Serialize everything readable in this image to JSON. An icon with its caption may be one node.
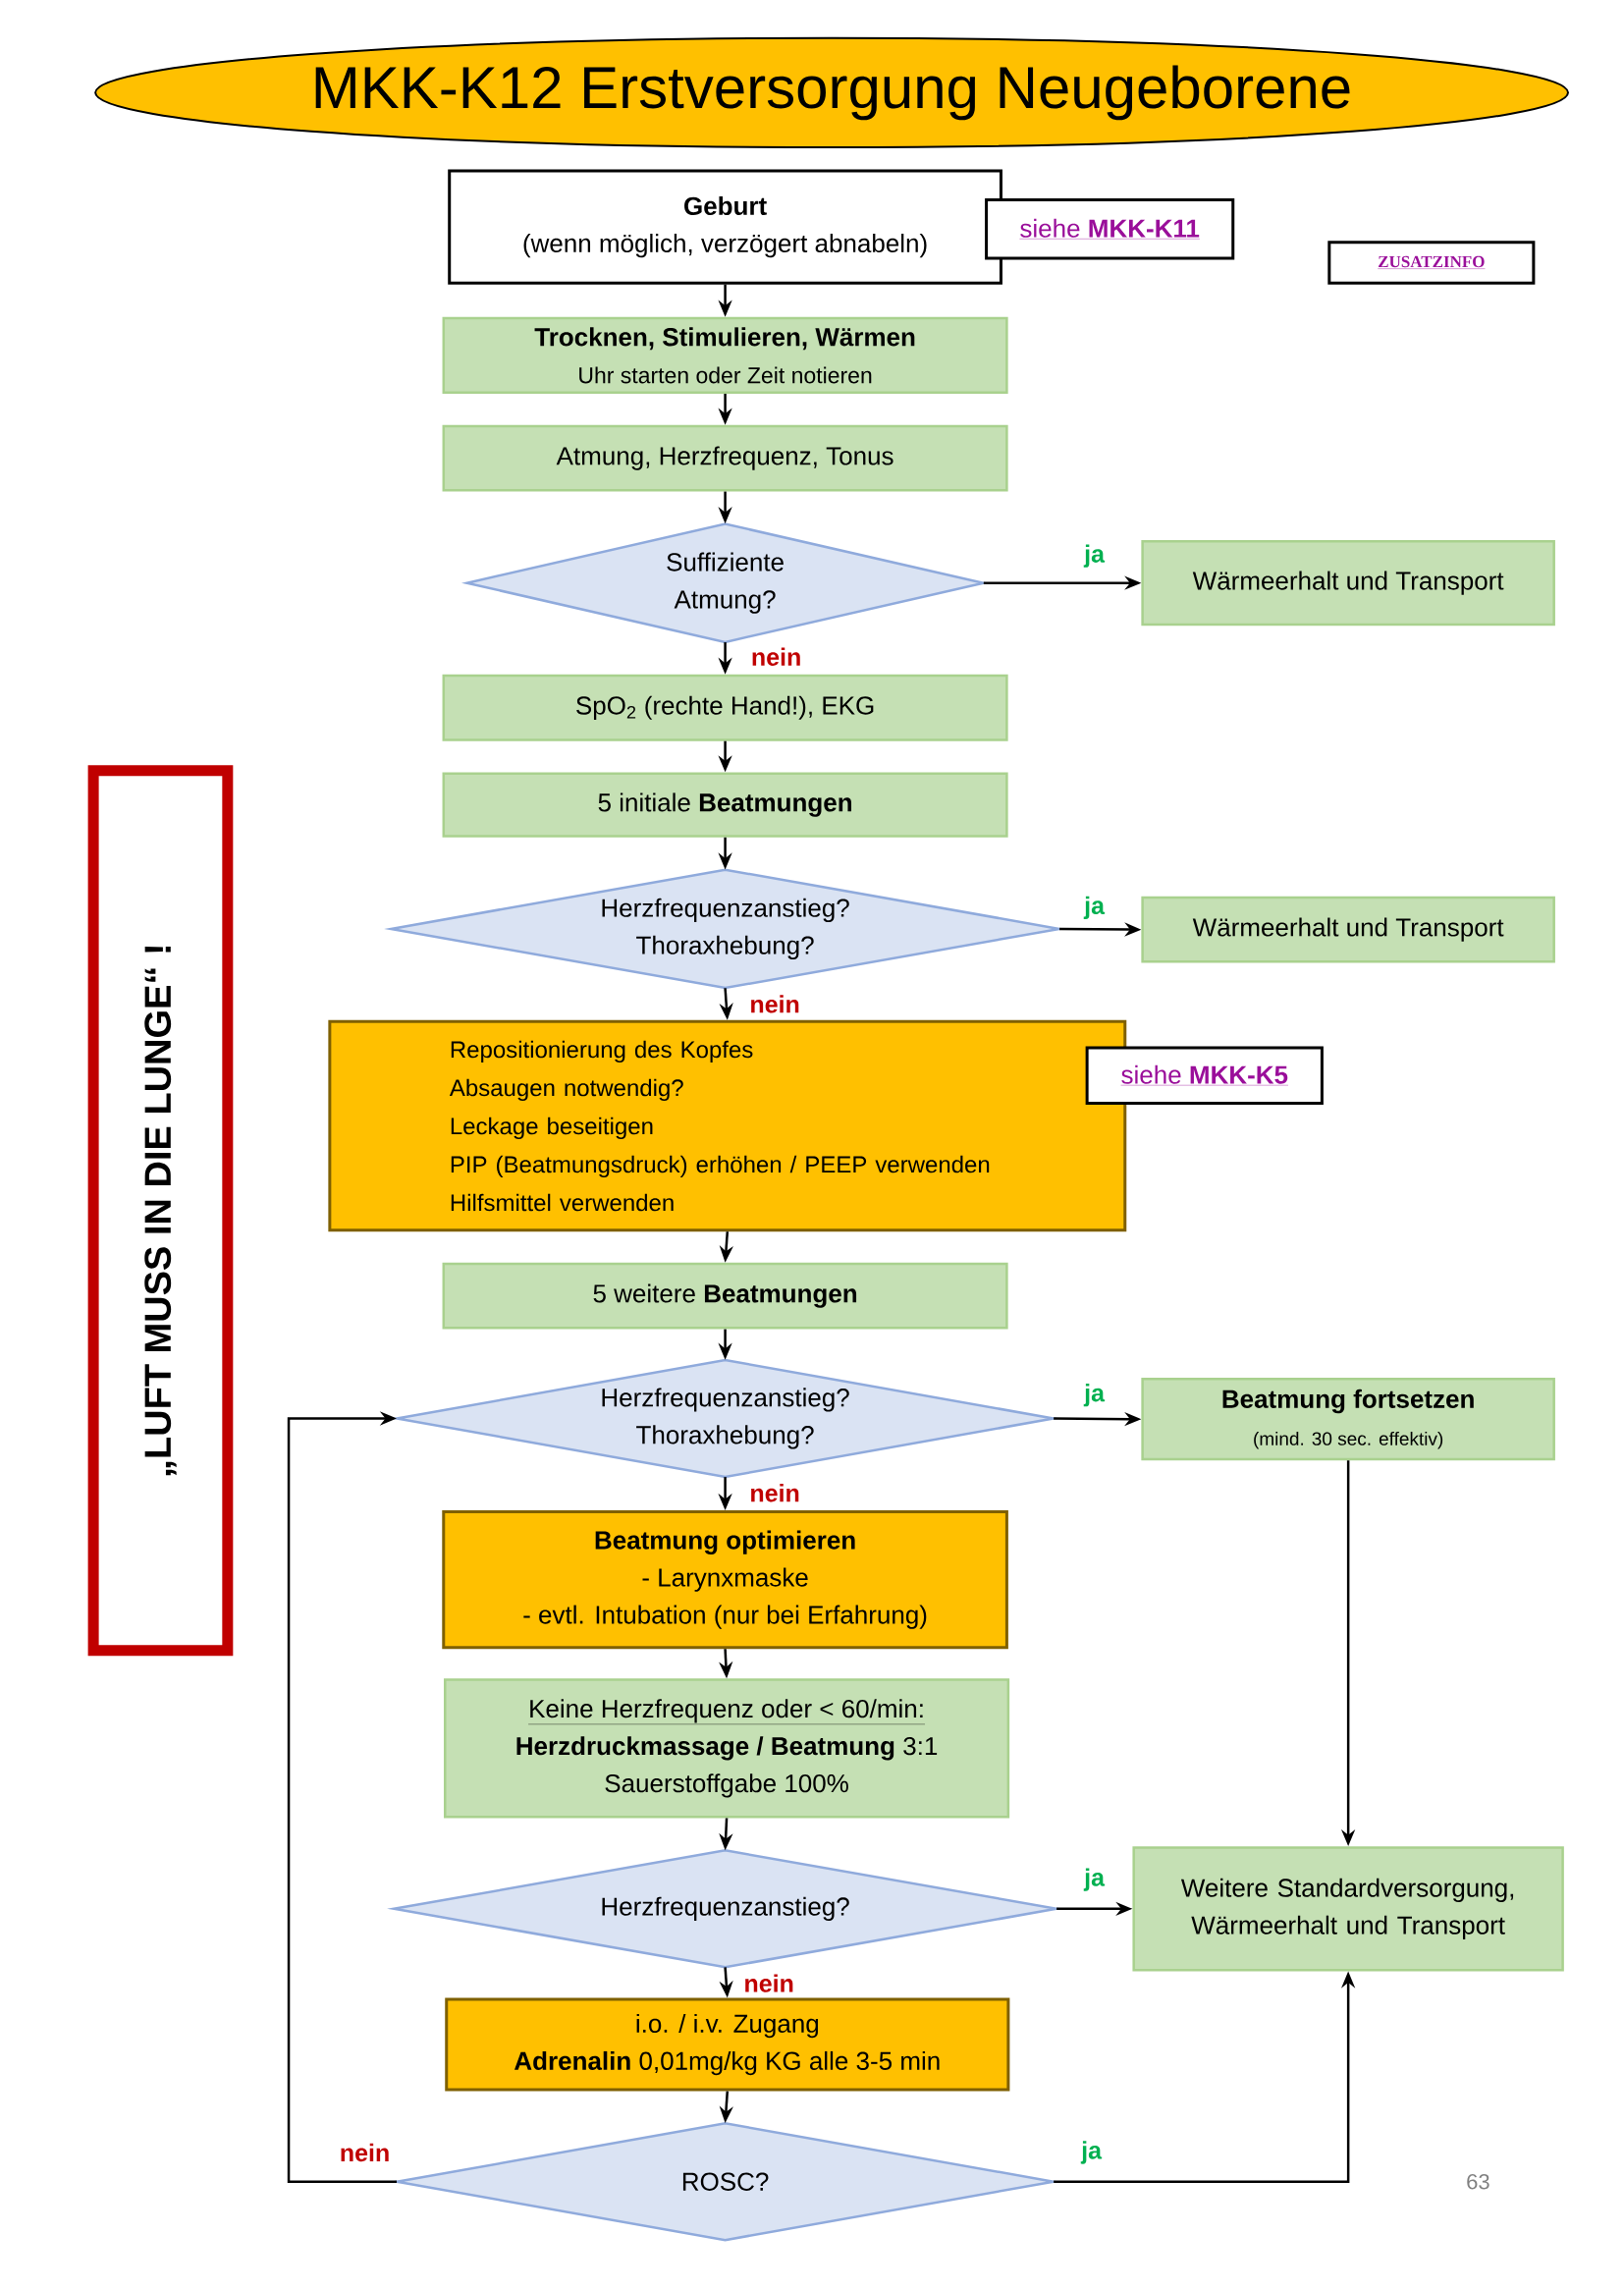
{
  "diagram": {
    "title": "MKK-K12 Erstversorgung Neugeborene",
    "nodes": [
      {
        "text": [
          "Geburt",
          "(wenn möglich, verzögert abnabeln)"
        ]
      },
      {
        "text": [
          "siehe **MKK-K11**"
        ]
      },
      {
        "text": [
          "ZUSATZINFO"
        ]
      },
      {
        "text": [
          "Trocknen, Stimulieren, Wärmen",
          "Uhr starten oder Zeit notieren"
        ]
      },
      {
        "text": [
          "Atmung, Herzfrequenz, Tonus"
        ]
      },
      {
        "text": [
          "Suffiziente Atmung?"
        ]
      },
      {
        "text": [
          "Wärmeerhalt und Transport"
        ]
      },
      {
        "text": [
          "SpO$_{2}$ (rechte Hand!), EKG"
        ]
      },
      {
        "text": [
          "5 initiale **Beatmungen**"
        ]
      },
      {
        "text": [
          "Herzfrequenzanstieg? Thoraxhebung?"
        ]
      },
      {
        "text": [
          "Wärmeerhalt und Transport"
        ]
      },
      {
        "text": [
          "Repositionierung des Kopfes",
          "Absaugen notwendig?",
          "Leckage beseitigen",
          "PIP (Beatmungsdruck) erhöhen / PEEP verwenden",
          "Hilfsmittel verwenden"
        ]
      },
      {
        "text": [
          "siehe **MKK-K5**"
        ]
      },
      {
        "text": [
          "5 weitere **Beatmungen**"
        ]
      },
      {
        "text": [
          "Herzfrequenzanstieg? Thoraxhebung?"
        ]
      },
      {
        "text": [
          "Beatmung fortsetzen",
          "(mind. 30 sec. effektiv)"
        ]
      },
      {
        "text": [
          "Beatmung optimieren",
          "- Larynxmaske",
          "- evtl. Intubation (nur bei Erfahrung)"
        ]
      },
      {
        "text": [
          "Keine Herzfrequenz oder < 60/min:",
          "**Herzdruckmassage / Beatmung** 3:1",
          "Sauerstoffgabe 100%"
        ]
      },
      {
        "text": [
          "Herzfrequenzanstieg?"
        ]
      },
      {
        "text": [
          "Weitere Standardversorgung, Wärmeerhalt und Transport"
        ]
      },
      {
        "text": [
          "i.o. / i.v. Zugang",
          "**Adrenalin** 0,01mg/kg KG alle 3-5 min"
        ]
      },
      {
        "text": [
          "ROSC?"
        ]
      },
      {
        "text": [
          "„LUFT MUSS IN DIE LUNGE“ !"
        ]
      }
    ],
    "edges": [
      {
        "from": 0,
        "to": 3,
        "arrow": "to"
      },
      {
        "from": 3,
        "to": 4,
        "arrow": "to"
      },
      {
        "from": 4,
        "to": 5,
        "arrow": "to"
      },
      {
        "from": 5,
        "to": 6,
        "arrow": "to",
        "label": "ja"
      },
      {
        "from": 5,
        "to": 7,
        "arrow": "to",
        "label": "nein"
      },
      {
        "from": 7,
        "to": 8,
        "arrow": "to"
      },
      {
        "from": 8,
        "to": 9,
        "arrow": "to"
      },
      {
        "from": 9,
        "to": 10,
        "arrow": "to",
        "label": "ja"
      },
      {
        "from": 9,
        "to": 11,
        "arrow": "to",
        "label": "nein"
      },
      {
        "from": 11,
        "to": 13,
        "arrow": "to"
      },
      {
        "from": 13,
        "to": 14,
        "arrow": "to"
      },
      {
        "from": 14,
        "to": 15,
        "arrow": "to",
        "label": "ja"
      },
      {
        "from": 14,
        "to": 16,
        "arrow": "to",
        "label": "nein"
      },
      {
        "from": 15,
        "to": 19,
        "arrow": "to"
      },
      {
        "from": 16,
        "to": 17,
        "arrow": "to"
      },
      {
        "from": 17,
        "to": 18,
        "arrow": "to"
      },
      {
        "from": 18,
        "to": 19,
        "arrow": "to",
        "label": "ja"
      },
      {
        "from": 18,
        "to": 20,
        "arrow": "to",
        "label": "nein"
      },
      {
        "from": 20,
        "to": 21,
        "arrow": "to"
      },
      {
        "from": 21,
        "to": 14,
        "arrow": "to",
        "label": "nein"
      },
      {
        "from": 21,
        "to": 19,
        "arrow": "to",
        "label": "ja"
      }
    ],
    "labels": [
      "63"
    ]
  }
}
